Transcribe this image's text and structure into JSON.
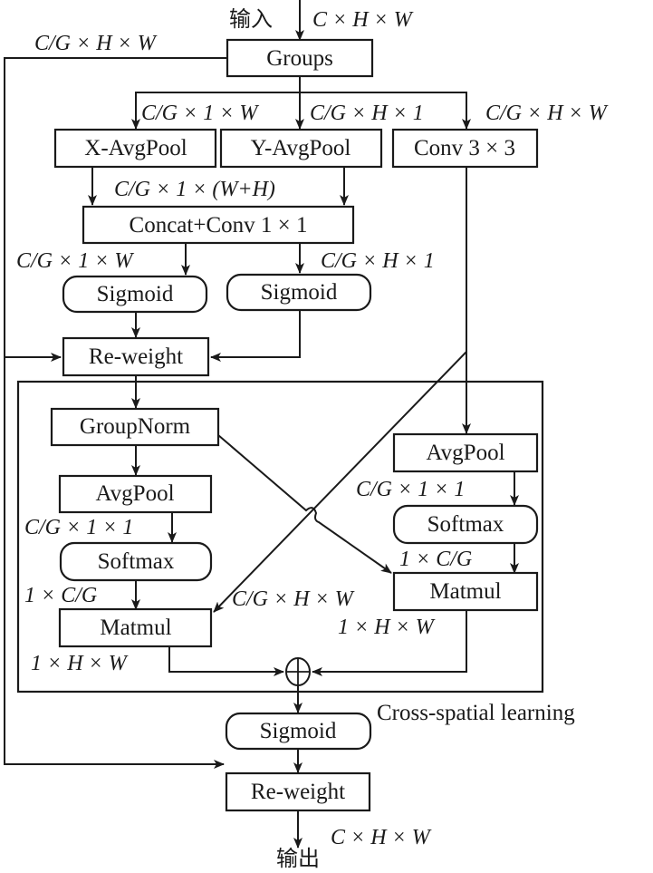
{
  "diagram": {
    "input_label": "输入",
    "output_label": "输出",
    "section_label": "Cross-spatial learning",
    "nodes": {
      "groups": "Groups",
      "x_avgpool": "X-AvgPool",
      "y_avgpool": "Y-AvgPool",
      "conv3": "Conv 3 × 3",
      "concat": "Concat+Conv 1 × 1",
      "sigmoid_left": "Sigmoid",
      "sigmoid_right": "Sigmoid",
      "reweight1": "Re-weight",
      "groupnorm": "GroupNorm",
      "avgpool_left": "AvgPool",
      "softmax_left": "Softmax",
      "matmul_left": "Matmul",
      "avgpool_right": "AvgPool",
      "softmax_right": "Softmax",
      "matmul_right": "Matmul",
      "add": "⊕",
      "sigmoid_final": "Sigmoid",
      "reweight2": "Re-weight"
    },
    "dims": {
      "input": "C × H × W",
      "groups_skip": "C/G × H × W",
      "to_xpool": "C/G × 1 × W",
      "to_ypool": "C/G × H × 1",
      "to_conv3": "C/G × H × W",
      "pooled_concat": "C/G × 1 × (W+H)",
      "concat_left": "C/G × 1 × W",
      "concat_right": "C/G × H × 1",
      "avgpool_left_out": "C/G × 1 × 1",
      "softmax_left_out": "1 × C/G",
      "matmul_left_out": "1 × H × W",
      "conv3_cross": "C/G × H × W",
      "avgpool_right_out": "C/G × 1 × 1",
      "softmax_right_out": "1 × C/G",
      "matmul_right_out": "1 × H × W",
      "output": "C × H × W"
    }
  }
}
